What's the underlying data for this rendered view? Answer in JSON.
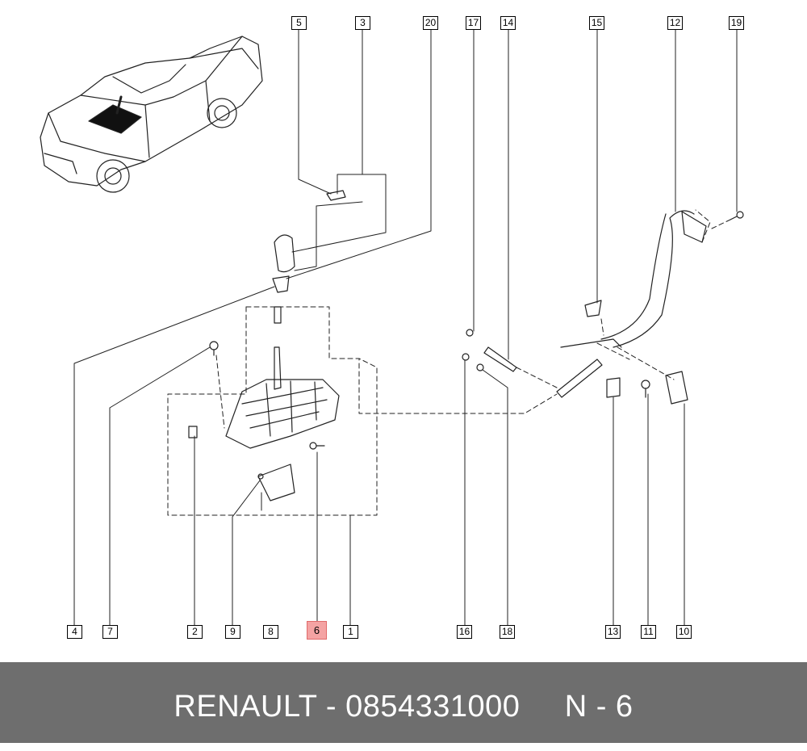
{
  "callouts": {
    "top": [
      "5",
      "3",
      "20",
      "17",
      "14",
      "15",
      "12",
      "19"
    ],
    "bottom": [
      "4",
      "7",
      "2",
      "9",
      "8",
      "6",
      "1",
      "16",
      "18",
      "13",
      "11",
      "10"
    ]
  },
  "highlighted_callout": "6",
  "footer": {
    "brand": "RENAULT",
    "separator": "-",
    "part_number": "0854331000",
    "ref": "N - 6"
  },
  "colors": {
    "footer_background": "#6e6e6e",
    "footer_text": "#ffffff",
    "highlight": "#f4a3a3"
  }
}
